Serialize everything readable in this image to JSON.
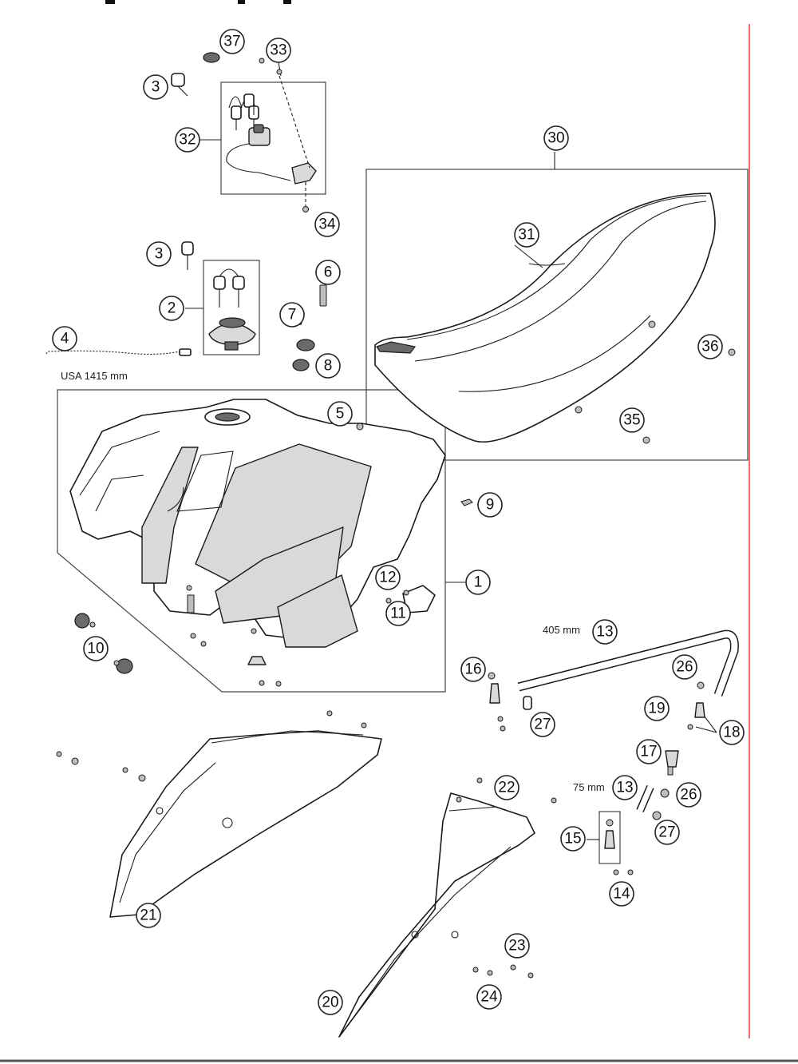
{
  "diagram": {
    "dimensions": {
      "usa_wire_length": "USA 1415 mm",
      "hose_long": "405 mm",
      "hose_short": "75 mm"
    },
    "parts": [
      {
        "num": "1"
      },
      {
        "num": "2"
      },
      {
        "num": "3"
      },
      {
        "num": "3"
      },
      {
        "num": "4"
      },
      {
        "num": "5"
      },
      {
        "num": "6"
      },
      {
        "num": "7"
      },
      {
        "num": "8"
      },
      {
        "num": "9"
      },
      {
        "num": "10"
      },
      {
        "num": "11"
      },
      {
        "num": "12"
      },
      {
        "num": "13"
      },
      {
        "num": "13"
      },
      {
        "num": "14"
      },
      {
        "num": "15"
      },
      {
        "num": "16"
      },
      {
        "num": "17"
      },
      {
        "num": "18"
      },
      {
        "num": "19"
      },
      {
        "num": "20"
      },
      {
        "num": "21"
      },
      {
        "num": "22"
      },
      {
        "num": "23"
      },
      {
        "num": "24"
      },
      {
        "num": "26"
      },
      {
        "num": "26"
      },
      {
        "num": "27"
      },
      {
        "num": "27"
      },
      {
        "num": "30"
      },
      {
        "num": "31"
      },
      {
        "num": "32"
      },
      {
        "num": "33"
      },
      {
        "num": "34"
      },
      {
        "num": "35"
      },
      {
        "num": "36"
      },
      {
        "num": "37"
      }
    ]
  },
  "colors": {
    "line": "#1a1a1a",
    "background": "#ffffff",
    "margin_rule": "#e03030"
  }
}
